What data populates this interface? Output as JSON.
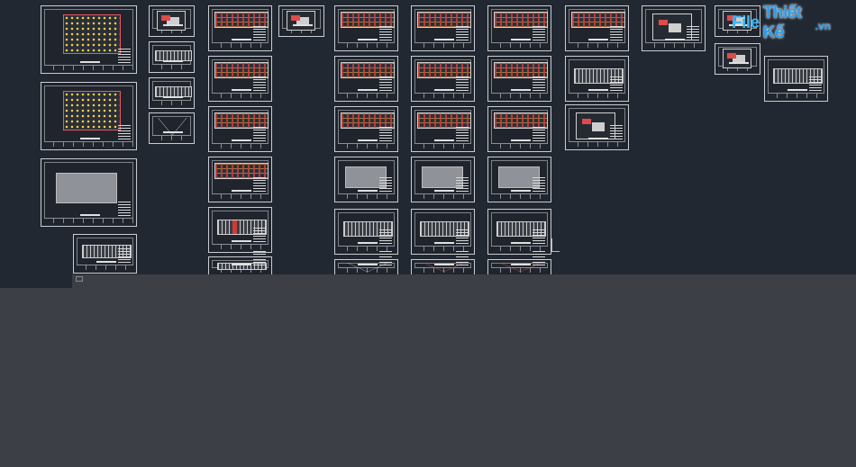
{
  "logo": {
    "part1": "File",
    "part2": "Thiết Kế",
    "part3": ".vn"
  },
  "colors": {
    "canvas_background": "#222831",
    "lower_panel": "#3c3f46",
    "sheet_border": "#c9ccd2",
    "logo_blue": "#2a9be6"
  },
  "drawing_sheets": [
    {
      "kind": "site-plan"
    },
    {
      "kind": "site-plan"
    },
    {
      "kind": "roof-plan"
    },
    {
      "kind": "elevation"
    },
    {
      "kind": "detail"
    },
    {
      "kind": "elevation"
    },
    {
      "kind": "elevation"
    },
    {
      "kind": "section"
    },
    {
      "kind": "floor-plan"
    },
    {
      "kind": "floor-plan"
    },
    {
      "kind": "floor-plan"
    },
    {
      "kind": "floor-plan"
    },
    {
      "kind": "elevation"
    },
    {
      "kind": "elevation"
    },
    {
      "kind": "detail"
    },
    {
      "kind": "floor-plan"
    },
    {
      "kind": "floor-plan"
    },
    {
      "kind": "floor-plan"
    },
    {
      "kind": "roof-plan"
    },
    {
      "kind": "elevation"
    },
    {
      "kind": "section"
    },
    {
      "kind": "floor-plan"
    },
    {
      "kind": "floor-plan"
    },
    {
      "kind": "floor-plan"
    },
    {
      "kind": "roof-plan"
    },
    {
      "kind": "elevation"
    },
    {
      "kind": "section"
    },
    {
      "kind": "floor-plan"
    },
    {
      "kind": "floor-plan"
    },
    {
      "kind": "floor-plan"
    },
    {
      "kind": "roof-plan"
    },
    {
      "kind": "elevation"
    },
    {
      "kind": "section"
    },
    {
      "kind": "floor-plan"
    },
    {
      "kind": "elevation"
    },
    {
      "kind": "detail"
    },
    {
      "kind": "detail"
    },
    {
      "kind": "detail"
    },
    {
      "kind": "detail"
    },
    {
      "kind": "elevation"
    }
  ]
}
